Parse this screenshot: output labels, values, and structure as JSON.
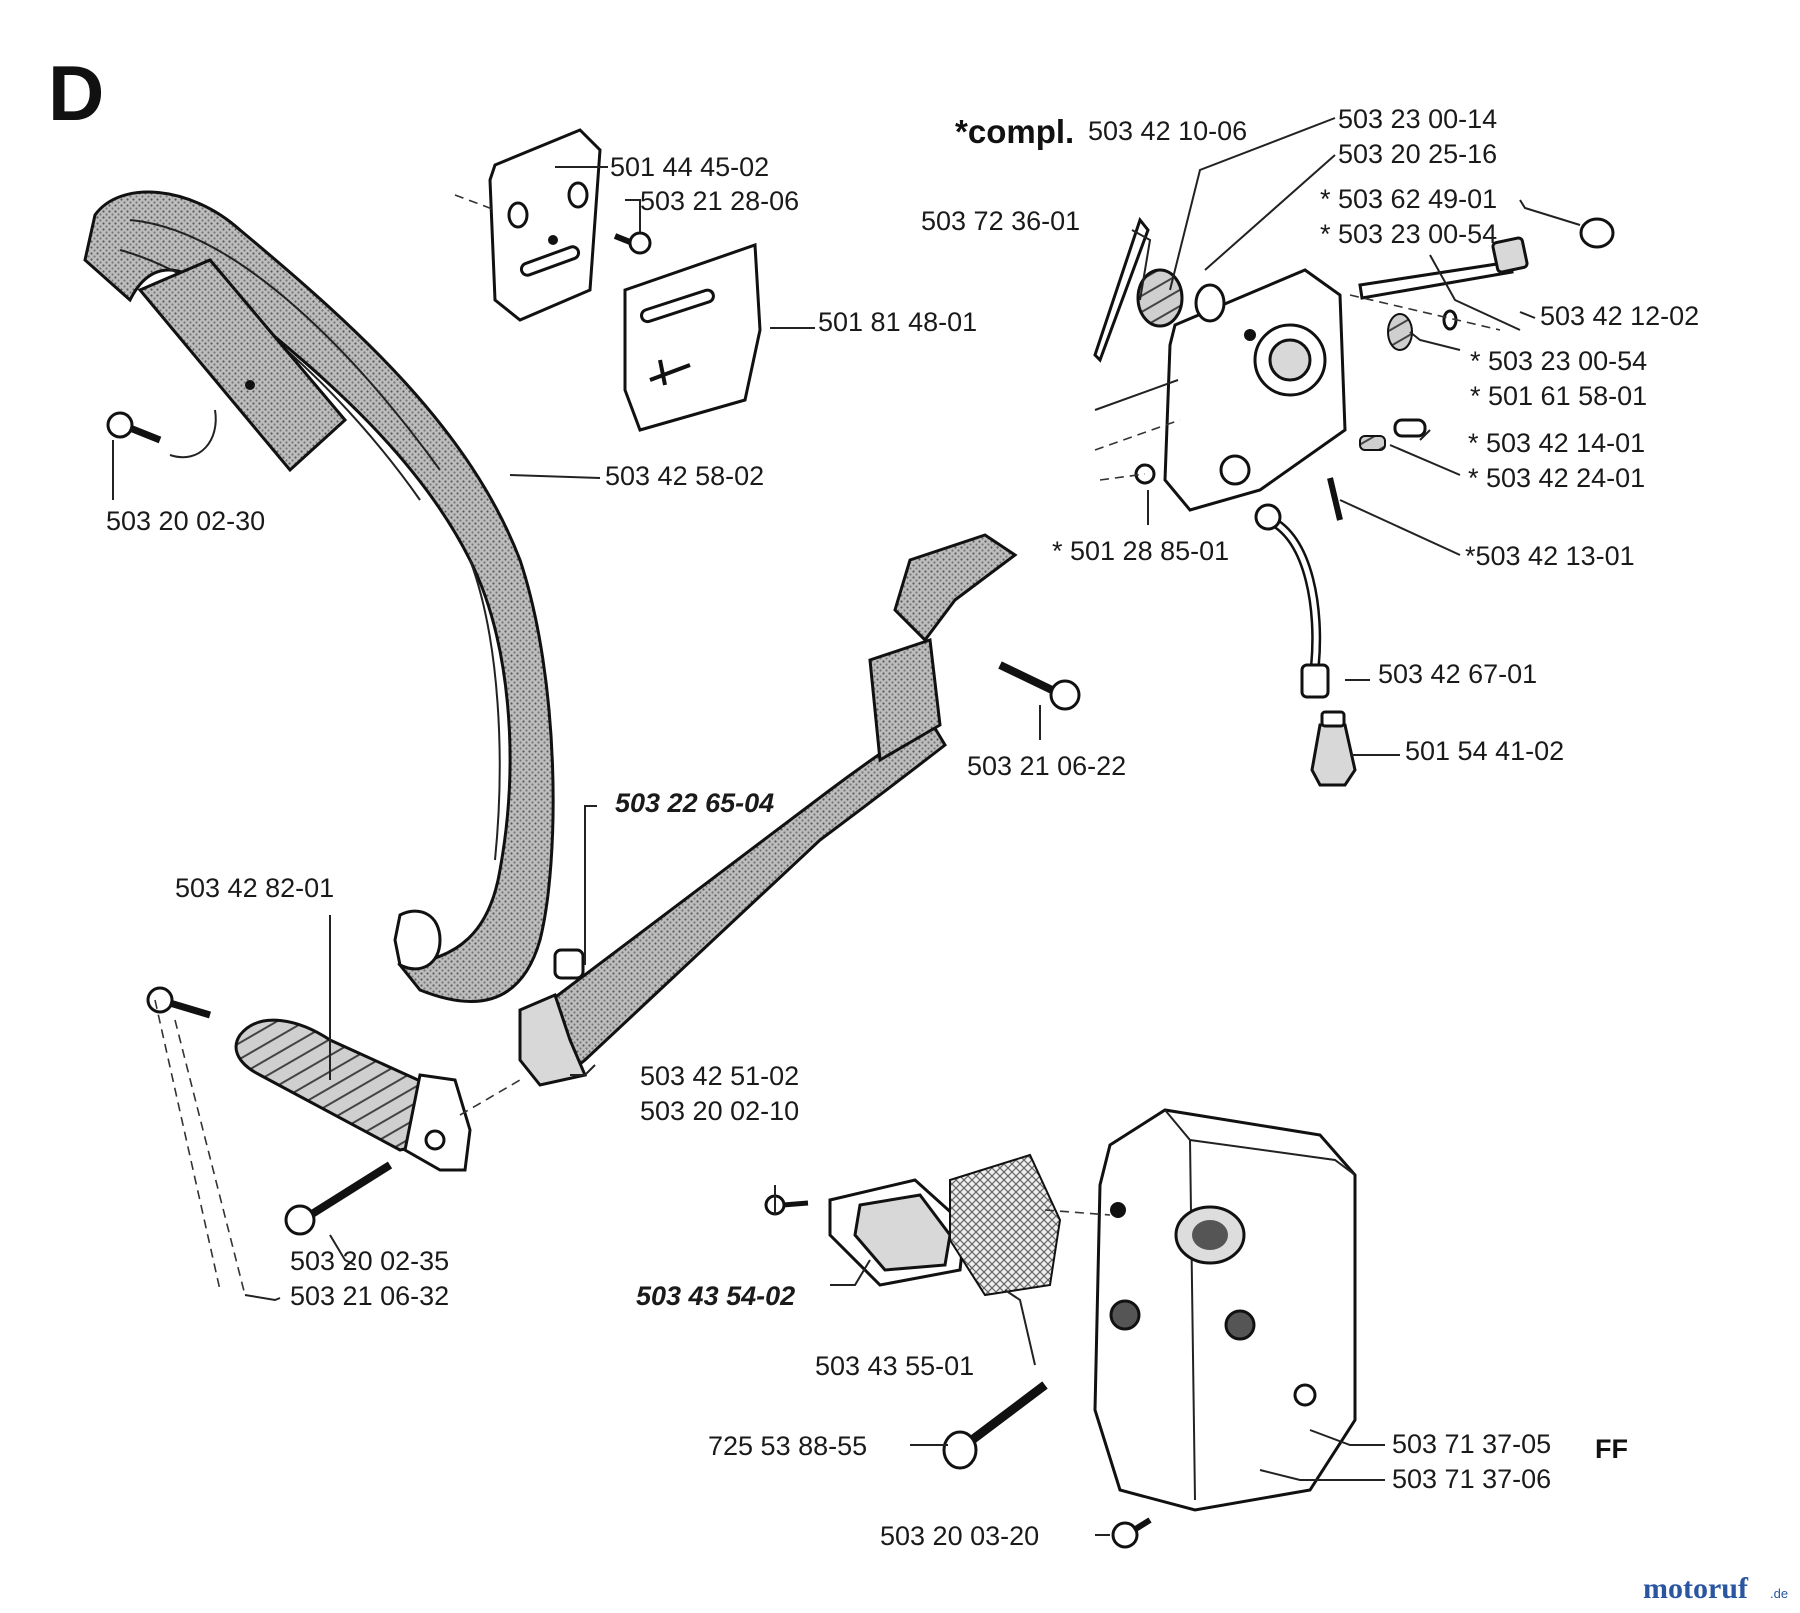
{
  "section_letter": "D",
  "compl_label": "*compl.",
  "ff_label": "FF",
  "watermark": {
    "text": "motoruf",
    "suffix": ".de",
    "color": "#2a55a0",
    "accent": "#d08a2a"
  },
  "part_numbers": {
    "p_501444502": "501 44 45-02",
    "p_503212806": "503 21 28-06",
    "p_501814801": "501 81 48-01",
    "p_503200230": "503 20 02-30",
    "p_503425802": "503 42 58-02",
    "p_503421006": "503 42 10-06",
    "p_503230014": "503 23 00-14",
    "p_503202516": "503 20 25-16",
    "p_503624901": "* 503 62 49-01",
    "p_503230054a": "* 503 23 00-54",
    "p_503723601": "503 72 36-01",
    "p_503421202": "503 42 12-02",
    "p_503230054b": "* 503 23 00-54",
    "p_501615801": "* 501 61 58-01",
    "p_503421401": "* 503 42 14-01",
    "p_503422401": "* 503 42 24-01",
    "p_501288501": "* 501 28 85-01",
    "p_503421301": "*503 42 13-01",
    "p_503426701": "503 42 67-01",
    "p_503210622": "503 21 06-22",
    "p_501544102": "501 54 41-02",
    "p_503226504": "503 22 65-04",
    "p_503428201": "503 42 82-01",
    "p_503425102": "503 42 51-02",
    "p_503200210": "503 20 02-10",
    "p_503200235": "503 20 02-35",
    "p_503210632": "503 21 06-32",
    "p_503435402": "503 43 54-02",
    "p_503435501": "503 43 55-01",
    "p_725538855": "725 53 88-55",
    "p_503713705": "503 71 37-05",
    "p_503713706": "503 71 37-06",
    "p_503200320": "503 20 03-20"
  }
}
